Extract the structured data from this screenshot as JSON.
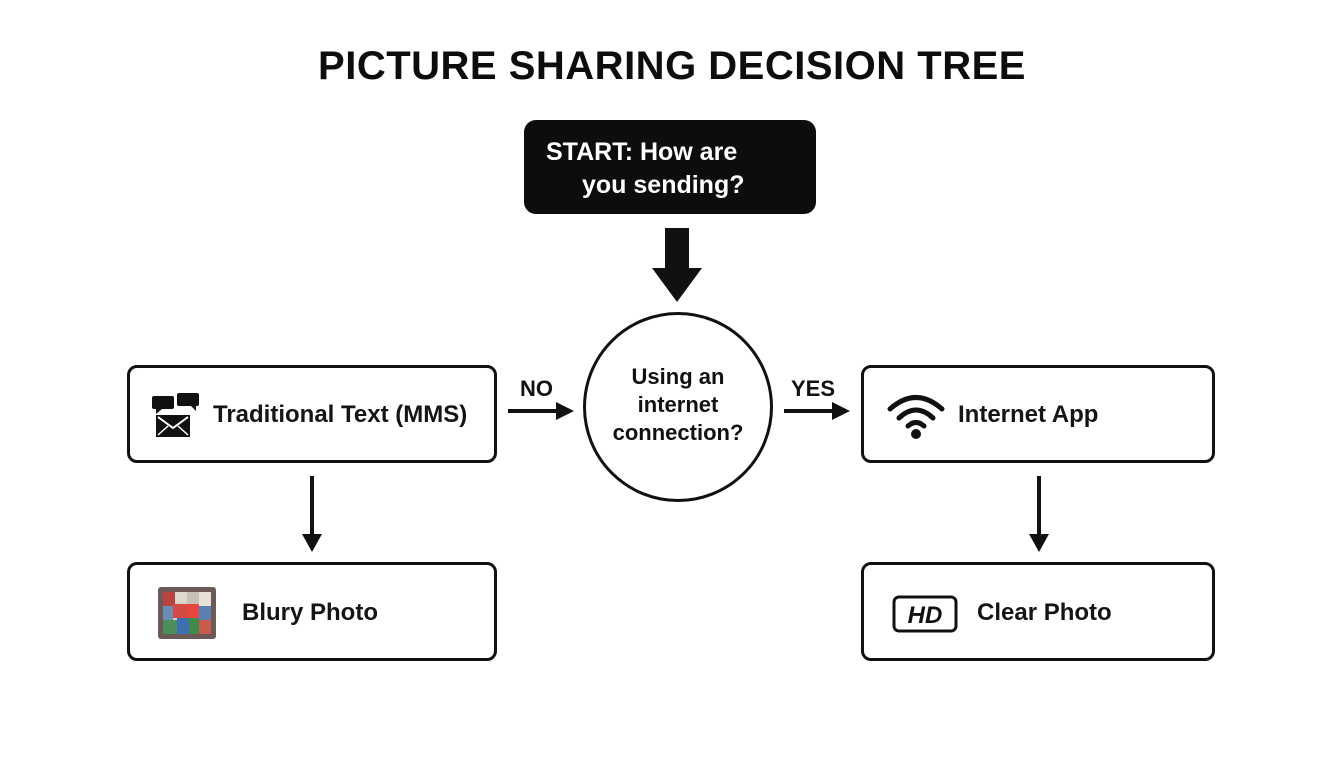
{
  "title": "PICTURE SHARING DECISION TREE",
  "start": {
    "line1": "START: How are",
    "line2": "you sending?"
  },
  "decision": {
    "line1": "Using an",
    "line2": "internet",
    "line3": "connection?"
  },
  "branches": {
    "no_label": "NO",
    "yes_label": "YES"
  },
  "nodes": {
    "mms": {
      "label": "Traditional Text (MMS)",
      "icon": "chat-envelope-icon"
    },
    "app": {
      "label": "Internet App",
      "icon": "wifi-icon"
    },
    "blurry": {
      "label": "Blury Photo",
      "icon": "pixelated-photo-icon"
    },
    "clear": {
      "label": "Clear Photo",
      "icon": "hd-icon",
      "icon_text": "HD"
    }
  },
  "colors": {
    "ink": "#111111",
    "start_fill": "#0d0d0d",
    "start_text": "#ffffff",
    "background": "#ffffff"
  }
}
